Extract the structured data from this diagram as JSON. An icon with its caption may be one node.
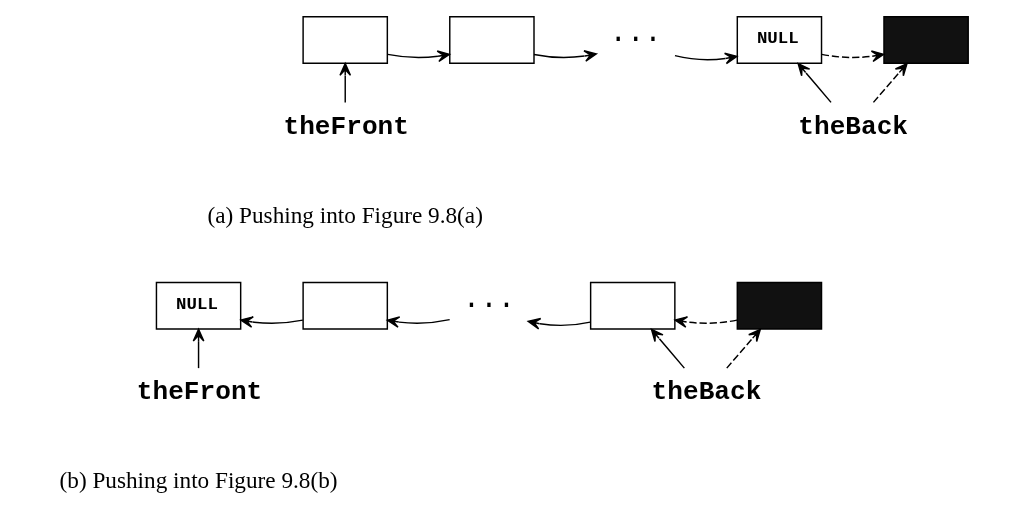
{
  "diagram": {
    "nodes": [
      {
        "text": [],
        "shape": "box"
      },
      {
        "text": [],
        "shape": "box"
      },
      {
        "text": [
          "···"
        ]
      },
      {
        "text": [
          "NULL"
        ]
      },
      {
        "text": [],
        "shape": "box"
      },
      {
        "text": [
          "theFront"
        ]
      },
      {
        "text": [
          "theBack"
        ]
      },
      {
        "text": [
          "NULL"
        ]
      },
      {
        "text": [],
        "shape": "box"
      },
      {
        "text": [
          "···"
        ]
      },
      {
        "text": [],
        "shape": "box"
      },
      {
        "text": [],
        "shape": "box"
      },
      {
        "text": [
          "theFront"
        ]
      },
      {
        "text": [
          "theBack"
        ]
      }
    ],
    "edges": [
      {
        "from": 0,
        "to": 1,
        "arrow": "to"
      },
      {
        "from": 1,
        "to": 2,
        "arrow": "to"
      },
      {
        "from": 2,
        "to": 3,
        "arrow": "to"
      },
      {
        "from": 3,
        "to": 4,
        "arrow": "to",
        "style": "dashed"
      },
      {
        "from": 5,
        "to": 0,
        "arrow": "to"
      },
      {
        "from": 6,
        "to": 3,
        "arrow": "to"
      },
      {
        "from": 6,
        "to": 4,
        "arrow": "to",
        "style": "dashed"
      },
      {
        "from": 8,
        "to": 7,
        "arrow": "to"
      },
      {
        "from": 9,
        "to": 8,
        "arrow": "to"
      },
      {
        "from": 10,
        "to": 9,
        "arrow": "to"
      },
      {
        "from": 11,
        "to": 10,
        "arrow": "to",
        "style": "dashed"
      },
      {
        "from": 12,
        "to": 7,
        "arrow": "to"
      },
      {
        "from": 13,
        "to": 10,
        "arrow": "to"
      },
      {
        "from": 13,
        "to": 11,
        "arrow": "to",
        "style": "dashed"
      }
    ],
    "labels": [
      "(a) Pushing into Figure 9.8(a)",
      "(b) Pushing into Figure 9.8(b)"
    ]
  }
}
